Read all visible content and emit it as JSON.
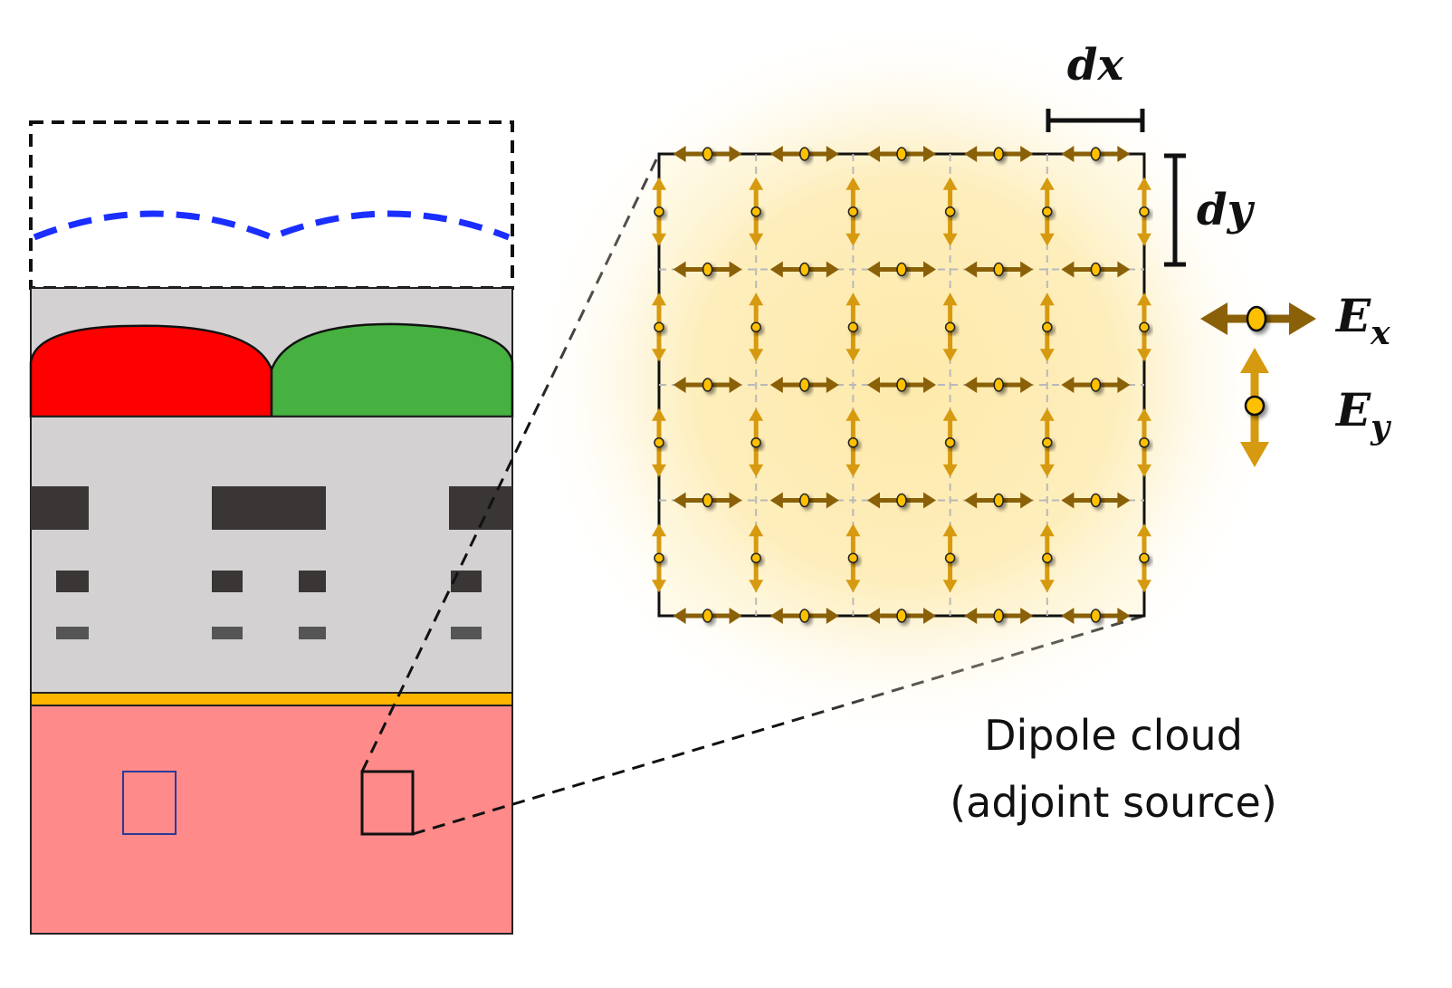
{
  "labels": {
    "dx": "dx",
    "dy": "dy",
    "ex_base": "E",
    "ex_sub": "x",
    "ey_base": "E",
    "ey_sub": "y",
    "caption_line1": "Dipole cloud",
    "caption_line2": "(adjoint source)"
  },
  "colors": {
    "red_lens": "#ff0000",
    "green_lens": "#46b040",
    "gray_layer": "#d3d1d2",
    "metal": "#3a3636",
    "substrate": "#ff8a8a",
    "yellow_strip": "#ffb400",
    "dipole_ex": "#8a6008",
    "dipole_ey": "#d69a10",
    "dipole_dot": "#ffc000",
    "glow": "#fde49a",
    "blue_dash": "#1a2eff"
  },
  "icons": {
    "ex_legend": "horizontal-dipole-arrow-icon",
    "ey_legend": "vertical-dipole-arrow-icon"
  }
}
